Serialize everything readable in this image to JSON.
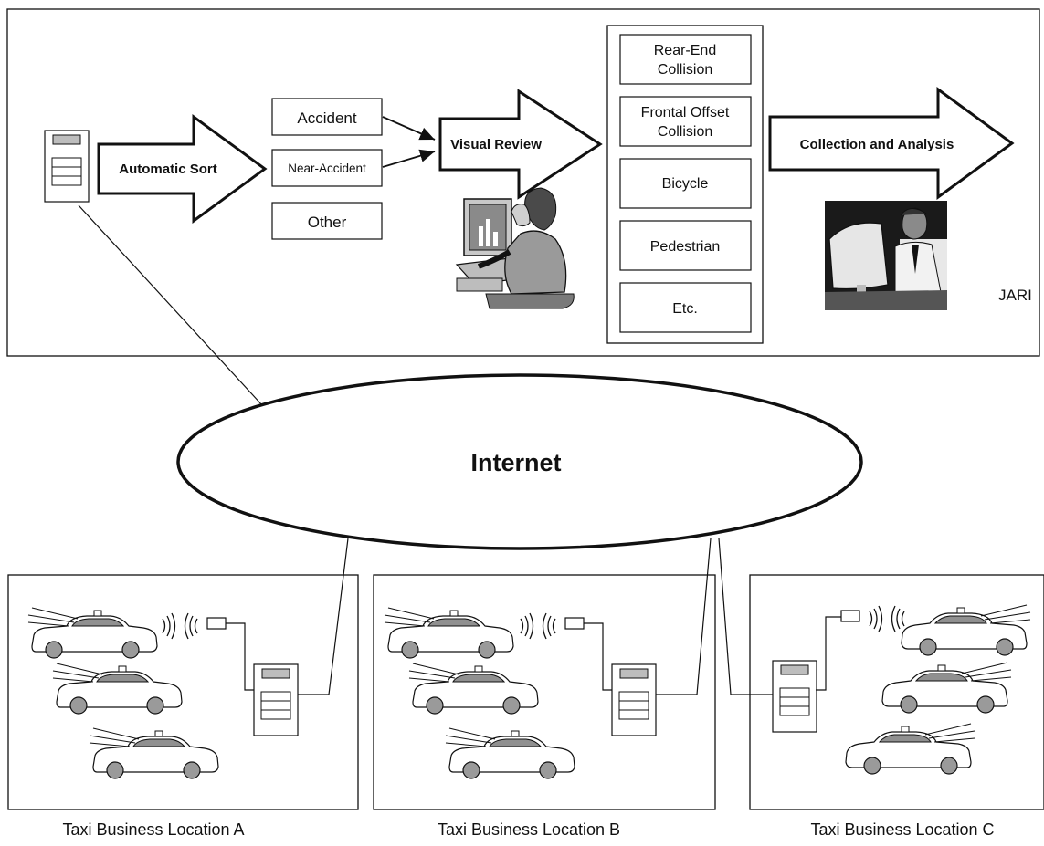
{
  "jari": {
    "label": "JARI",
    "automatic_sort": "Automatic Sort",
    "visual_review": "Visual Review",
    "collection_analysis": "Collection and Analysis",
    "sort_categories": [
      "Accident",
      "Near-Accident",
      "Other"
    ],
    "review_categories": {
      "rear_end": [
        "Rear-End",
        "Collision"
      ],
      "frontal_offset": [
        "Frontal Offset",
        "Collision"
      ],
      "bicycle": "Bicycle",
      "pedestrian": "Pedestrian",
      "etc": "Etc."
    }
  },
  "network": {
    "label": "Internet"
  },
  "locations": [
    "Taxi Business Location A",
    "Taxi Business Location B",
    "Taxi Business Location C"
  ],
  "colors": {
    "stroke": "#111111",
    "car_roof": "#909090",
    "wheel": "#9a9a9a",
    "device_top": "#bdbdbd"
  }
}
